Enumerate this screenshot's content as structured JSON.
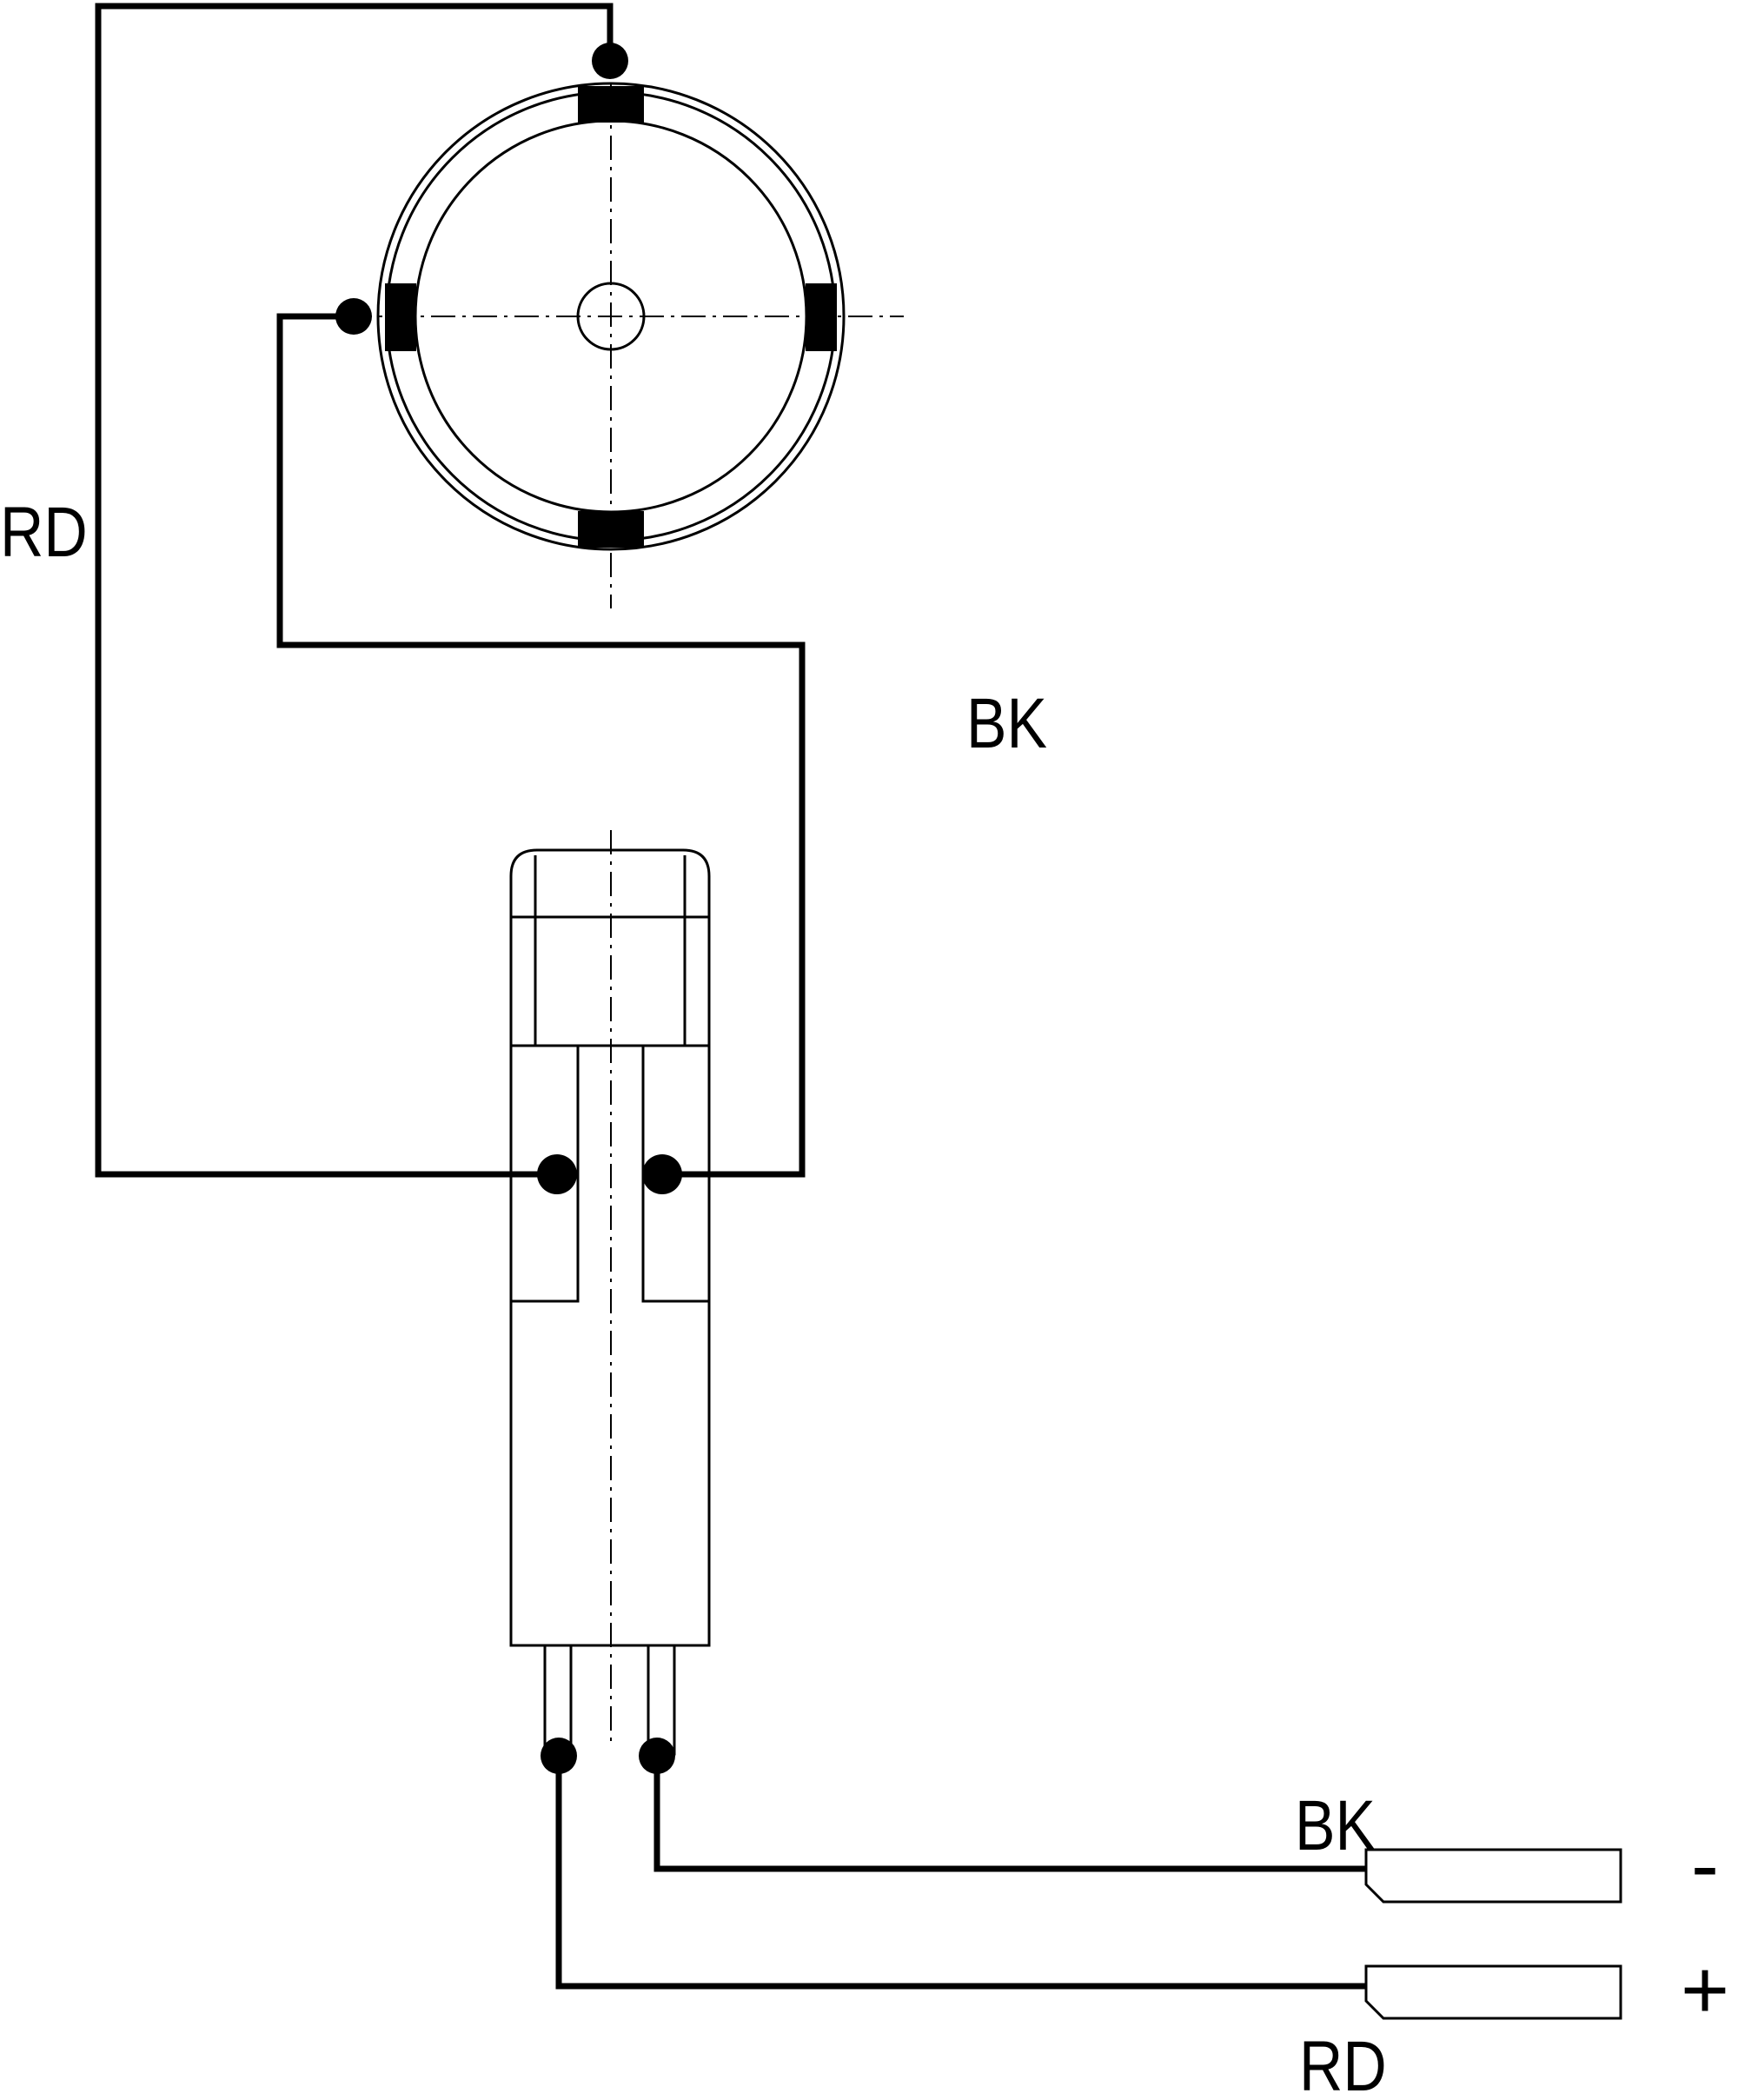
{
  "wire_labels": {
    "left_loop": "RD",
    "right_loop": "BK",
    "minus_lead": "BK",
    "plus_lead": "RD"
  },
  "terminal_signs": {
    "minus": "-",
    "plus": "+"
  },
  "colors": {
    "ink": "#000000",
    "background": "#ffffff"
  }
}
